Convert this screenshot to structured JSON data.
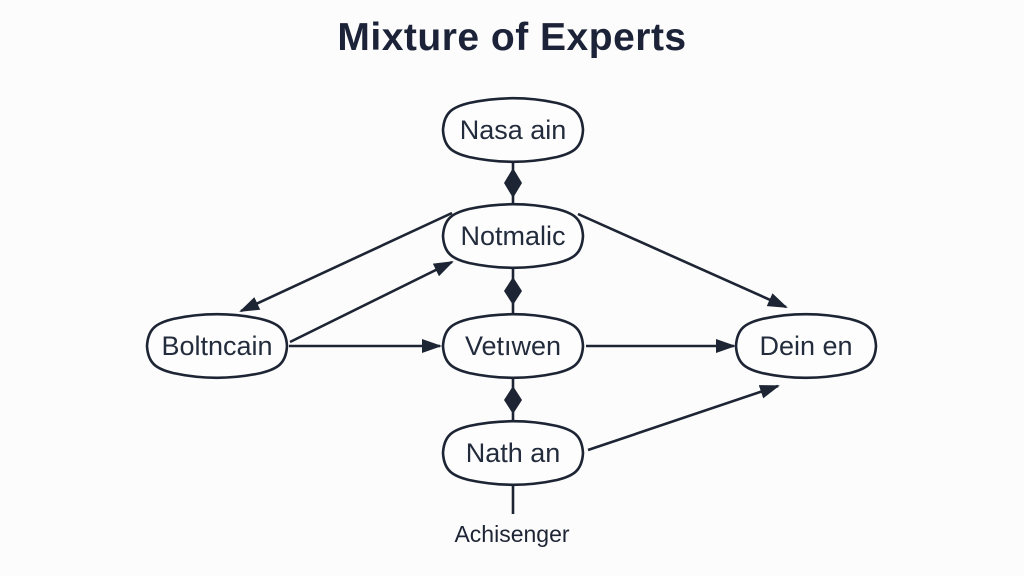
{
  "title": "Mixture of Experts",
  "caption": "Achisenger",
  "nodes": {
    "nasa": {
      "label": "Nasa ain"
    },
    "notmalic": {
      "label": "Notmalic"
    },
    "boltncain": {
      "label": "Boltncain"
    },
    "vetiwen": {
      "label": "Vetıwen"
    },
    "deinen": {
      "label": "Dein en"
    },
    "nathan": {
      "label": "Nath an"
    }
  },
  "edges": [
    {
      "from": "Nasa ain",
      "to": "Notmalic",
      "head": "diamond-down"
    },
    {
      "from": "Notmalic",
      "to": "Boltncain",
      "head": "arrow"
    },
    {
      "from": "Boltncain",
      "to": "Notmalic",
      "head": "arrow"
    },
    {
      "from": "Notmalic",
      "to": "Vetıwen",
      "head": "diamond-down"
    },
    {
      "from": "Notmalic",
      "to": "Dein en",
      "head": "arrow"
    },
    {
      "from": "Boltncain",
      "to": "Vetıwen",
      "head": "arrow"
    },
    {
      "from": "Vetıwen",
      "to": "Dein en",
      "head": "arrow"
    },
    {
      "from": "Vetıwen",
      "to": "Nath an",
      "head": "diamond-down"
    },
    {
      "from": "Nath an",
      "to": "Dein en",
      "head": "arrow"
    },
    {
      "from": "Nath an",
      "to": "Achisenger",
      "head": "none"
    }
  ],
  "colors": {
    "background": "#fcfcfc",
    "stroke": "#1d2433",
    "title_text": "#1c2338",
    "node_text": "#232c3d"
  }
}
